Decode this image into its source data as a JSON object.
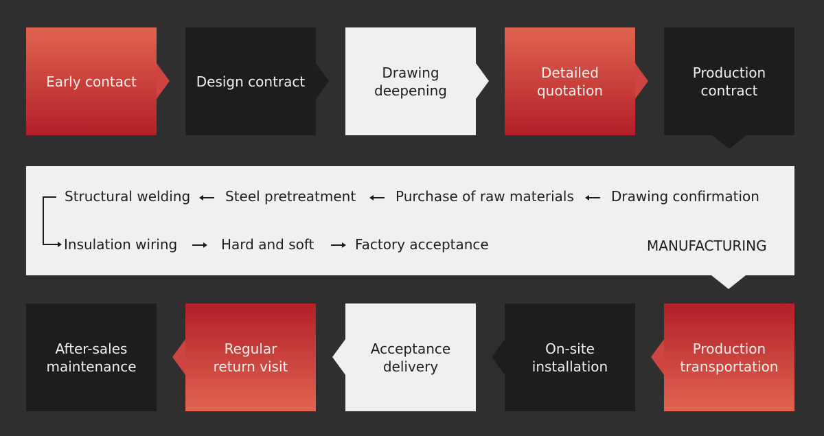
{
  "top_row": [
    {
      "label": "Early contact"
    },
    {
      "label": "Design contract"
    },
    {
      "label": "Drawing\ndeepening"
    },
    {
      "label": "Detailed\nquotation"
    },
    {
      "label": "Production\ncontract"
    }
  ],
  "manufacturing": {
    "title": "MANUFACTURING",
    "row1": [
      "Structural welding",
      "Steel pretreatment",
      "Purchase of raw materials",
      "Drawing confirmation"
    ],
    "row2": [
      "Insulation wiring",
      "Hard and soft",
      "Factory acceptance"
    ]
  },
  "bottom_row": [
    {
      "label": "After-sales\nmaintenance"
    },
    {
      "label": "Regular\nreturn visit"
    },
    {
      "label": "Acceptance\ndelivery"
    },
    {
      "label": "On-site\ninstallation"
    },
    {
      "label": "Production\ntransportation"
    }
  ],
  "colors": {
    "background": "#2f2f2f",
    "red_light": "#e06450",
    "red_dark": "#b31f28",
    "dark": "#1e1d1e",
    "light": "#f0f0f0"
  }
}
